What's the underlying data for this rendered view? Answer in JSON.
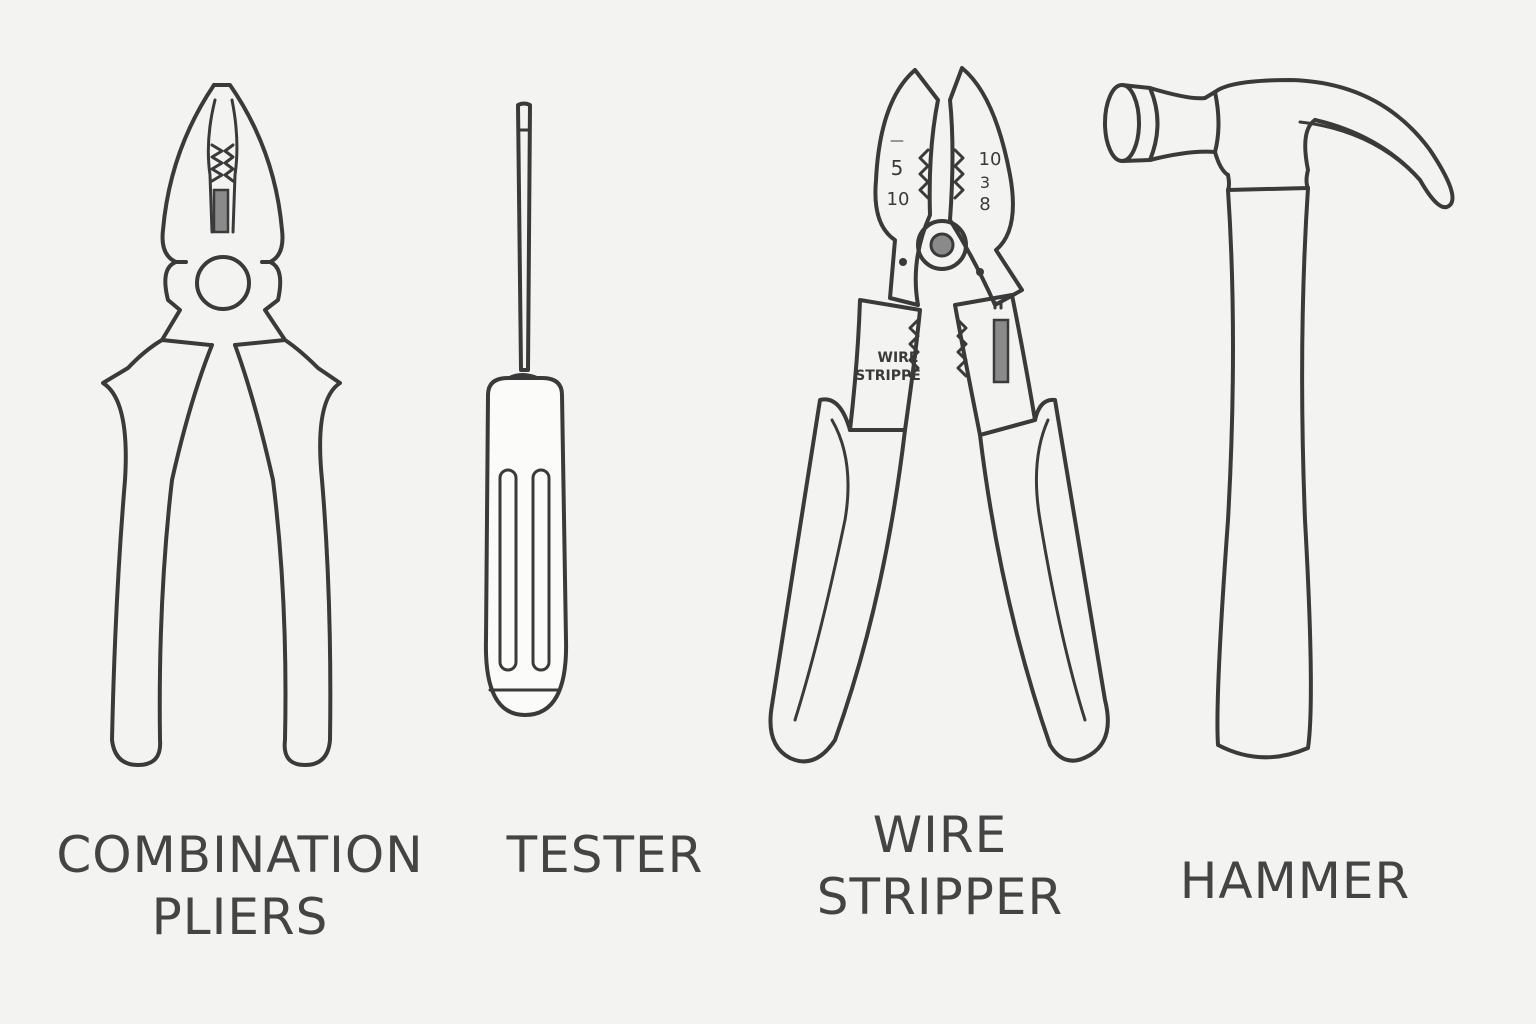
{
  "tools": [
    {
      "id": "combination-pliers",
      "label_lines": [
        "COMBINATION",
        "PLIERS"
      ]
    },
    {
      "id": "tester",
      "label_lines": [
        "TESTER"
      ]
    },
    {
      "id": "wire-stripper",
      "label_lines": [
        "WIRE",
        "STRIPPER"
      ]
    },
    {
      "id": "hammer",
      "label_lines": [
        "HAMMER"
      ]
    }
  ],
  "wire_stripper_markings": {
    "handle_text_line1": "WIRE",
    "handle_text_line2": "STRIPPE",
    "left_gauges": [
      "—",
      "5",
      "10"
    ],
    "right_gauges": [
      "10",
      "3",
      "8"
    ]
  },
  "colors": {
    "ink": "#3a3a3a",
    "paper": "#f3f3f2"
  }
}
